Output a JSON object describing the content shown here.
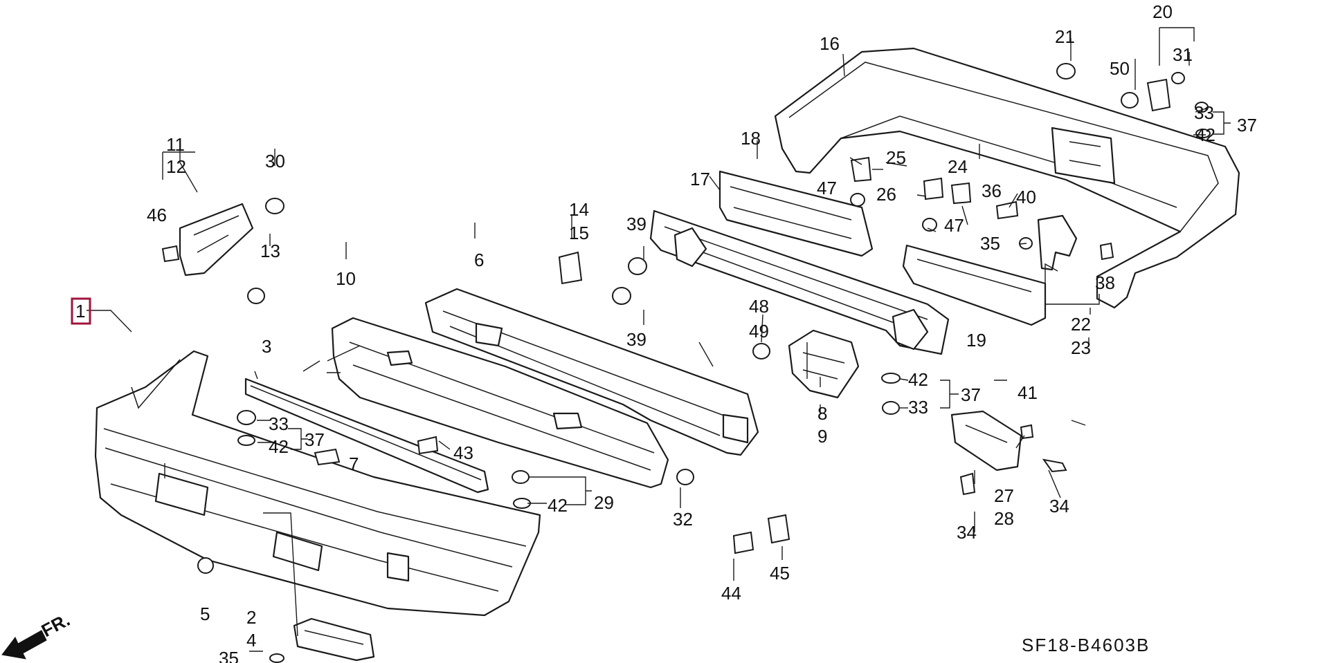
{
  "diagram": {
    "code": "SF18-B4603B",
    "direction_label": "FR.",
    "highlighted_callout": "1",
    "callouts": {
      "c1": "1",
      "c2": "2",
      "c3": "3",
      "c4": "4",
      "c5": "5",
      "c6": "6",
      "c7": "7",
      "c8": "8",
      "c9": "9",
      "c10": "10",
      "c11": "11",
      "c12": "12",
      "c13": "13",
      "c14": "14",
      "c15": "15",
      "c16": "16",
      "c17": "17",
      "c18": "18",
      "c19": "19",
      "c20": "20",
      "c21": "21",
      "c22": "22",
      "c23": "23",
      "c24": "24",
      "c25": "25",
      "c26": "26",
      "c27": "27",
      "c28": "28",
      "c29": "29",
      "c30": "30",
      "c31": "31",
      "c32": "32",
      "c33": "33",
      "c34": "34",
      "c35": "35",
      "c36": "36",
      "c37": "37",
      "c38": "38",
      "c39": "39",
      "c40": "40",
      "c41": "41",
      "c42": "42",
      "c43": "43",
      "c44": "44",
      "c45": "45",
      "c46": "46",
      "c47": "47",
      "c48": "48",
      "c49": "49",
      "c50": "50"
    }
  }
}
